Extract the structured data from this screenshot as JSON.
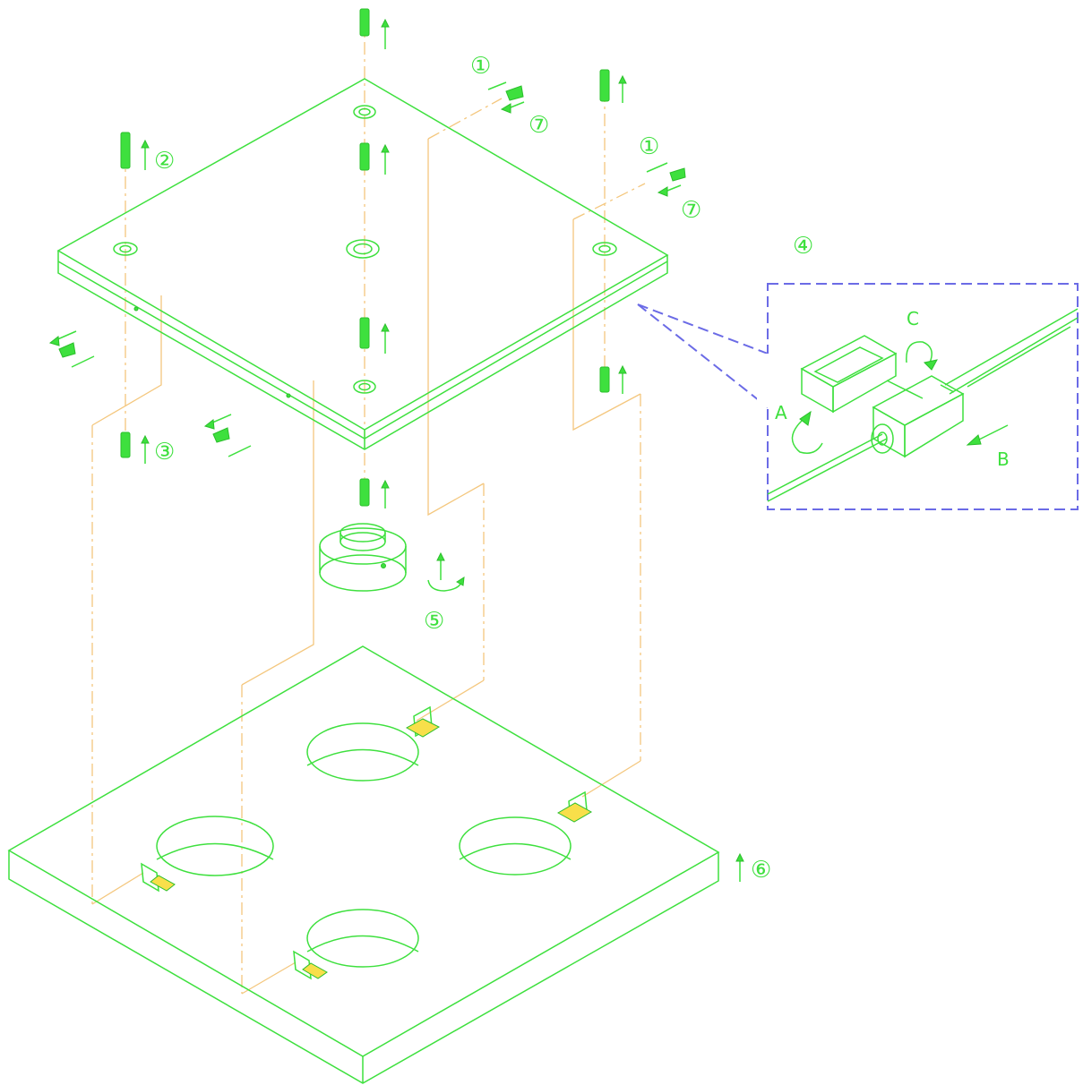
{
  "labels": {
    "step1_top": "①",
    "step1_right": "①",
    "step2": "②",
    "step3": "③",
    "step4": "④",
    "step5": "⑤",
    "step6": "⑥",
    "step7_top": "⑦",
    "step7_right": "⑦",
    "detail_a": "A",
    "detail_b": "B",
    "detail_c": "C"
  },
  "colors": {
    "part_lines": "#3ee03e",
    "assembly_guides": "#f4c77e",
    "detail_frame": "#6b6be6",
    "background": "#ffffff"
  }
}
